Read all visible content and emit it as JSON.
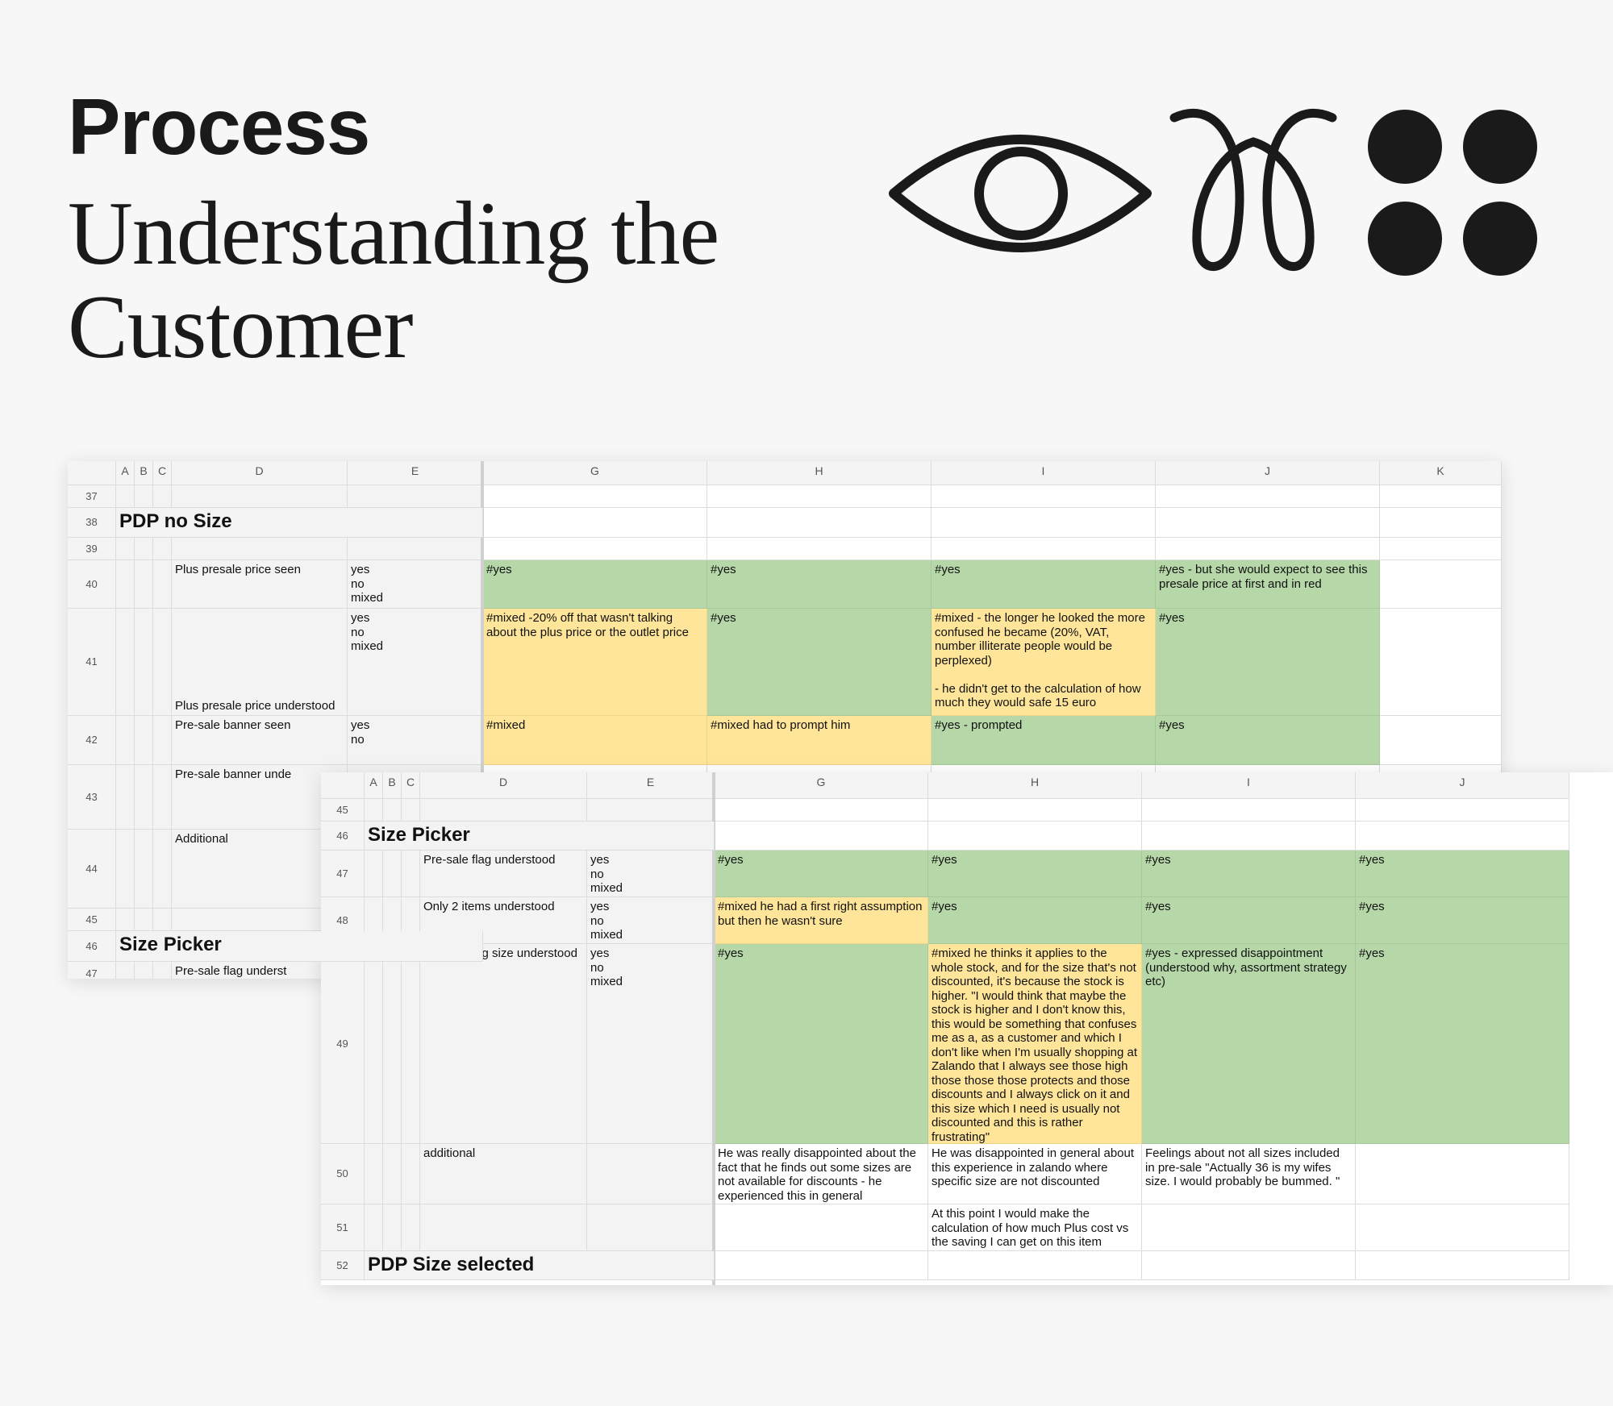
{
  "page": {
    "heading": "Process",
    "subtitle_line1": "Understanding the",
    "subtitle_line2": "Customer"
  },
  "icons": [
    "eye-icon",
    "loop-icon",
    "four-dots-icon"
  ],
  "colors": {
    "background": "#f7f7f7",
    "positive_cell": "#b6d7a8",
    "mixed_cell": "#ffe599",
    "icon": "#1a1a1a"
  },
  "sheet_back": {
    "columns": [
      "A",
      "B",
      "C",
      "D",
      "E",
      "G",
      "H",
      "I",
      "J",
      "K"
    ],
    "rows": [
      {
        "num": "37"
      },
      {
        "num": "38",
        "section": "PDP no Size"
      },
      {
        "num": "39"
      },
      {
        "num": "40",
        "label": "Plus presale price seen",
        "options": "yes\nno\nmixed",
        "g": "#yes",
        "h": "#yes",
        "i": "#yes",
        "j": "#yes - but she would expect to see this presale price at first and in red"
      },
      {
        "num": "41",
        "label": "Plus presale price understood",
        "options": "yes\nno\nmixed",
        "g": "#mixed -20% off that wasn't talking about the plus price or the outlet price",
        "h": "#yes",
        "i": "#mixed - the longer he looked the more confused he became (20%, VAT, number illiterate people would be perplexed)\n\n- he didn't get to the calculation of how much they would safe 15 euro",
        "j": "#yes"
      },
      {
        "num": "42",
        "label": "Pre-sale banner seen",
        "options": "yes\nno",
        "g": "#mixed",
        "h": "#mixed had to prompt him",
        "i": "#yes - prompted",
        "j": "#yes"
      },
      {
        "num": "43",
        "label": "Pre-sale banner unde"
      },
      {
        "num": "44",
        "label": "Additional"
      },
      {
        "num": "45"
      },
      {
        "num": "46",
        "section": "Size Picker"
      },
      {
        "num": "47",
        "label": "Pre-sale flag underst"
      }
    ]
  },
  "sheet_front": {
    "columns": [
      "A",
      "B",
      "C",
      "D",
      "E",
      "G",
      "H",
      "I",
      "J"
    ],
    "rows": [
      {
        "num": "45"
      },
      {
        "num": "46",
        "section": "Size Picker"
      },
      {
        "num": "47",
        "label": "Pre-sale flag understood",
        "options": "yes\nno\nmixed",
        "g": "#yes",
        "h": "#yes",
        "i": "#yes",
        "j": "#yes"
      },
      {
        "num": "48",
        "label": "Only 2 items understood",
        "options": "yes\nno\nmixed",
        "g": "#mixed he had a first right assumption but then he wasn't sure",
        "h": "#yes",
        "i": "#yes",
        "j": "#yes"
      },
      {
        "num": "49",
        "label": "No Plus flag size understood",
        "options": "yes\nno\nmixed",
        "g": "#yes",
        "h": "#mixed he thinks it applies to the whole stock, and for the size that's not discounted, it's because the stock is higher. \"I would think that maybe the stock is higher and I don't know this, this would be something that confuses me as a, as a customer and which I don't like when I'm usually shopping at Zalando that I always see those high those those those protects and those discounts and I always click on it and this size which I need is usually not discounted and this is rather frustrating\"",
        "i": "#yes - expressed disappointment (understood why, assortment strategy etc)",
        "j": "#yes"
      },
      {
        "num": "50",
        "label": "additional",
        "g": "He was really disappointed about the fact that he finds out some sizes are not available for discounts - he experienced this in general",
        "h": "He was disappointed in general about this experience in zalando where specific size are not discounted",
        "i": "Feelings about not all sizes included in pre-sale \"Actually 36 is my wifes size. I would probably be bummed. \"",
        "j": ""
      },
      {
        "num": "51",
        "h": "At this point I would make the calculation of how much Plus cost vs the saving I can get on this item"
      },
      {
        "num": "52",
        "section": "PDP Size selected"
      }
    ]
  }
}
